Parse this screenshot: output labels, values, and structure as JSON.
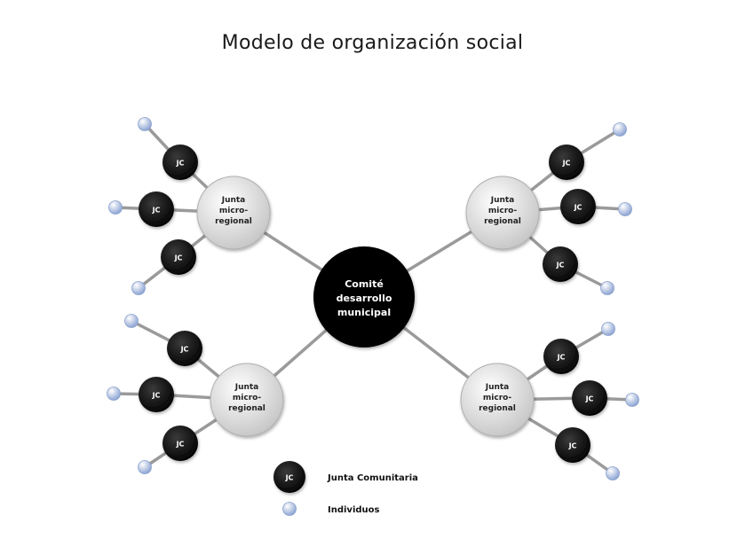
{
  "title": "Modelo de organización social",
  "colors": {
    "connector": "#9a9a9a",
    "jc_fill": "#0d0d0d",
    "center_fill": "#000000",
    "micro_fill": "#e2e2e2",
    "individual_fill": "#b8c8e6"
  },
  "center": {
    "lines": [
      "Comité",
      "desarrollo",
      "municipal"
    ]
  },
  "micro_label_lines": [
    "Junta",
    "micro-",
    "regional"
  ],
  "jc_label": "JC",
  "legend": [
    {
      "symbol": "jc",
      "label": "Junta Comunitaria"
    },
    {
      "symbol": "individual",
      "label": "Individuos"
    }
  ]
}
